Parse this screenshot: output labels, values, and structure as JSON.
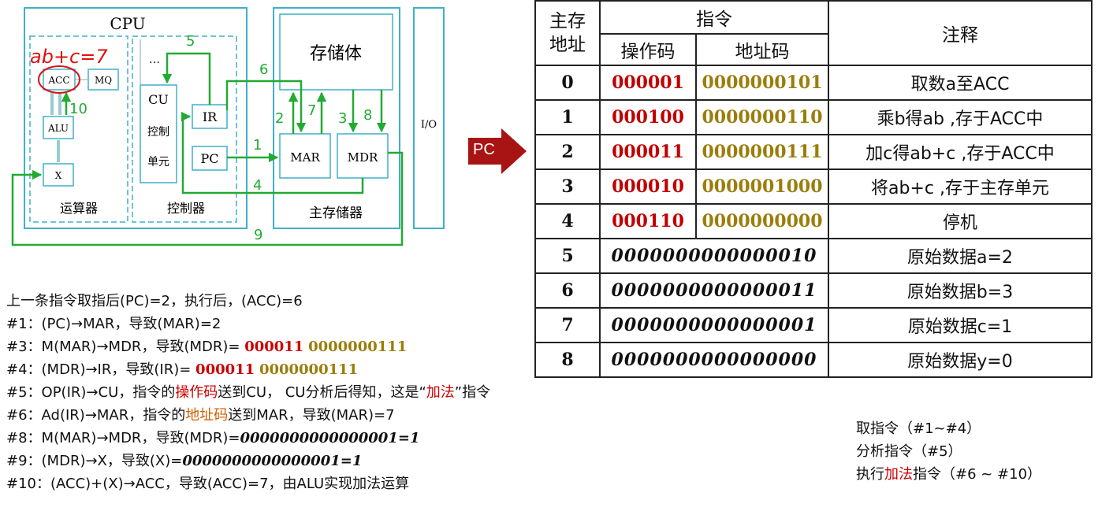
{
  "diagram": {
    "cpu_label": "CPU",
    "alu_group_label": "运算器",
    "control_group_label": "控制器",
    "memory_label": "存储体",
    "main_memory_label": "主存储器",
    "io_label": "I/O",
    "acc": "ACC",
    "mq": "MQ",
    "alu": "ALU",
    "x": "X",
    "cu": "CU",
    "cu_sub1": "控制",
    "cu_sub2": "单元",
    "cu_dots": "…",
    "ir": "IR",
    "pc": "PC",
    "mar": "MAR",
    "mdr": "MDR",
    "handwritten_note": "ab+c=7",
    "step_labels": [
      "1",
      "2",
      "3",
      "4",
      "5",
      "6",
      "7",
      "8",
      "9",
      "10"
    ],
    "colors": {
      "border": "#3fb0c8",
      "arrow": "#22aa33",
      "annotation": "#dd1111"
    }
  },
  "pc_pointer": "PC",
  "table": {
    "headers": {
      "addr": "主存地址",
      "instruction": "指令",
      "opcode": "操作码",
      "address_code": "地址码",
      "comment": "注释"
    },
    "rows": [
      {
        "addr": "0",
        "opcode": "000001",
        "address": "0000000101",
        "comment": "取数a至ACC"
      },
      {
        "addr": "1",
        "opcode": "000100",
        "address": "0000000110",
        "comment": "乘b得ab ,存于ACC中"
      },
      {
        "addr": "2",
        "opcode": "000011",
        "address": "0000000111",
        "comment": "加c得ab+c ,存于ACC中"
      },
      {
        "addr": "3",
        "opcode": "000010",
        "address": "0000001000",
        "comment": "将ab+c ,存于主存单元"
      },
      {
        "addr": "4",
        "opcode": "000110",
        "address": "0000000000",
        "comment": "停机"
      },
      {
        "addr": "5",
        "data": "0000000000000010",
        "comment": "原始数据a=2"
      },
      {
        "addr": "6",
        "data": "0000000000000011",
        "comment": "原始数据b=3"
      },
      {
        "addr": "7",
        "data": "0000000000000001",
        "comment": "原始数据c=1"
      },
      {
        "addr": "8",
        "data": "0000000000000000",
        "comment": "原始数据y=0"
      }
    ]
  },
  "explanation": {
    "l0": "上一条指令取指后(PC)=2，执行后，(ACC)=6",
    "l1": "#1：(PC)→MAR，导致(MAR)=2",
    "l2a": "#3：M(MAR)→MDR，导致(MDR)= ",
    "l2b": "000011",
    "l2c": "0000000111",
    "l3a": "#4：(MDR)→IR，导致(IR)= ",
    "l3b": "000011",
    "l3c": "0000000111",
    "l4a": "#5：OP(IR)→CU，指令的",
    "l4b": "操作码",
    "l4c": "送到CU， CU分析后得知，这是“",
    "l4d": "加法",
    "l4e": "”指令",
    "l5a": "#6：Ad(IR)→MAR，指令的",
    "l5b": "地址码",
    "l5c": "送到MAR，导致(MAR)=7",
    "l6a": "#8：M(MAR)→MDR，导致(MDR)=",
    "l6b": "0000000000000001=1",
    "l7a": "#9：(MDR)→X，导致(X)=",
    "l7b": "0000000000000001=1",
    "l8": "#10：(ACC)+(X)→ACC，导致(ACC)=7，由ALU实现加法运算"
  },
  "phases": {
    "fetch": "取指令（#1~#4）",
    "decode": "分析指令（#5）",
    "exec_a": "执行",
    "exec_b": "加法",
    "exec_c": "指令（#6 ~ #10）"
  }
}
